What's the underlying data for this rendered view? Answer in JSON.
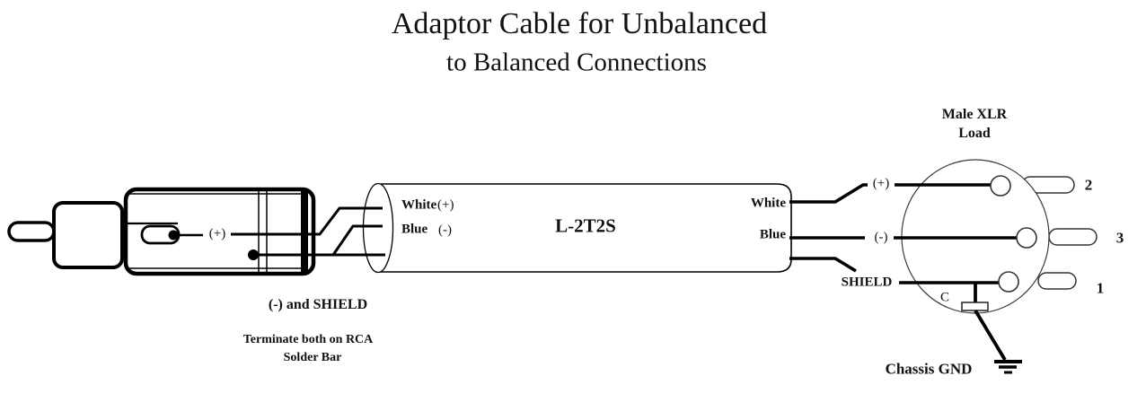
{
  "title": {
    "line1": "Adaptor Cable for Unbalanced",
    "line2": "to Balanced Connections"
  },
  "rca": {
    "center_pin_label": "(+)",
    "solder_note": "(-) and SHIELD",
    "terminate_note_line1": "Terminate both on RCA",
    "terminate_note_line2": "Solder Bar"
  },
  "cable": {
    "model": "L-2T2S",
    "left_white_label": "White",
    "left_white_sign": "(+)",
    "left_blue_label": "Blue",
    "left_blue_sign": "(-)",
    "right_white_label": "White",
    "right_blue_label": "Blue"
  },
  "xlr": {
    "heading_line1": "Male XLR",
    "heading_line2": "Load",
    "hot_label": "(+)",
    "cold_label": "(-)",
    "shield_label": "SHIELD",
    "capacitor_label": "C",
    "pin2_number": "2",
    "pin3_number": "3",
    "pin1_number": "1",
    "ground_label": "Chassis GND"
  },
  "colors": {
    "ink": "#000000",
    "background": "#ffffff"
  }
}
